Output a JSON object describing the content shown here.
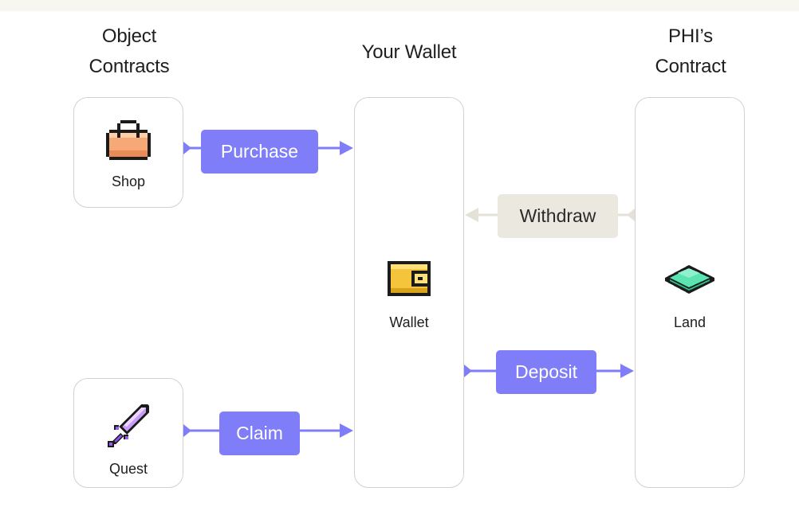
{
  "headings": {
    "object_contracts_line1": "Object",
    "object_contracts_line2": "Contracts",
    "your_wallet": "Your Wallet",
    "phi_contract_line1": "PHI’s",
    "phi_contract_line2": "Contract"
  },
  "nodes": {
    "shop": {
      "label": "Shop",
      "icon": "shopping-bag-icon"
    },
    "quest": {
      "label": "Quest",
      "icon": "sword-icon"
    },
    "wallet": {
      "label": "Wallet",
      "icon": "wallet-icon"
    },
    "land": {
      "label": "Land",
      "icon": "land-tile-icon"
    }
  },
  "edges": {
    "purchase": {
      "label": "Purchase",
      "from": "Shop",
      "to": "Wallet"
    },
    "claim": {
      "label": "Claim",
      "from": "Quest",
      "to": "Wallet"
    },
    "withdraw": {
      "label": "Withdraw",
      "from": "Land",
      "to": "Wallet"
    },
    "deposit": {
      "label": "Deposit",
      "from": "Wallet",
      "to": "Land"
    }
  },
  "colors": {
    "accent_purple": "#7f7ef8",
    "withdraw_beige": "#ebe8df",
    "withdraw_arrow": "#e4e2d8",
    "card_border": "#d2d2d2",
    "text": "#1e1e1e"
  }
}
